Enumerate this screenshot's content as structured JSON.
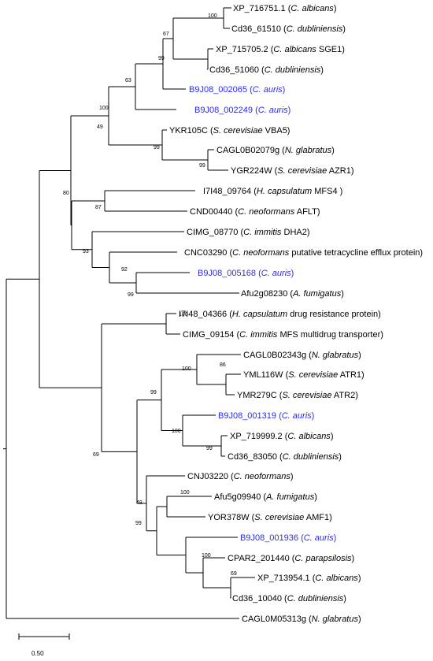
{
  "colors": {
    "default": "#000000",
    "highlight": "#2a2af0"
  },
  "leaves": [
    {
      "id": "XP_716751",
      "name": "XP_716751.1 (",
      "species": "C. albicans",
      "suffix": ")",
      "hl": false
    },
    {
      "id": "Cd36_61510",
      "name": "Cd36_61510 (",
      "species": "C. dubliniensis",
      "suffix": ")",
      "hl": false
    },
    {
      "id": "XP_715705",
      "name": "XP_715705.2 (",
      "species": "C. albicans",
      "suffix": " SGE1)",
      "hl": false
    },
    {
      "id": "Cd36_51060",
      "name": "Cd36_51060 (",
      "species": "C. dubliniensis",
      "suffix": ")",
      "hl": false
    },
    {
      "id": "B9J08_002065",
      "name": "B9J08_002065 (",
      "species": "C. auris",
      "suffix": ")",
      "hl": true
    },
    {
      "id": "B9J08_002249",
      "name": "B9J08_002249 (",
      "species": "C. auris",
      "suffix": ")",
      "hl": true
    },
    {
      "id": "YKR105C",
      "name": "YKR105C (",
      "species": "S. cerevisiae",
      "suffix": " VBA5)",
      "hl": false
    },
    {
      "id": "CAGL0B02079g",
      "name": "CAGL0B02079g (",
      "species": "N. glabratus",
      "suffix": ")",
      "hl": false
    },
    {
      "id": "YGR224W",
      "name": "YGR224W (",
      "species": "S. cerevisiae",
      "suffix": " AZR1)",
      "hl": false
    },
    {
      "id": "I7I48_09764",
      "name": "I7I48_09764 (",
      "species": "H. capsulatum",
      "suffix": " MFS4 )",
      "hl": false
    },
    {
      "id": "CND00440",
      "name": "CND00440 (",
      "species": "C. neoformans",
      "suffix": " AFLT)",
      "hl": false
    },
    {
      "id": "CIMG_08770",
      "name": "CIMG_08770 (",
      "species": "C. immitis",
      "suffix": " DHA2)",
      "hl": false
    },
    {
      "id": "CNC03290",
      "name": "CNC03290 (",
      "species": "C. neoformans",
      "suffix": " putative tetracycline efflux protein)",
      "hl": false
    },
    {
      "id": "B9J08_005168",
      "name": "B9J08_005168 (",
      "species": "C. auris",
      "suffix": ")",
      "hl": true
    },
    {
      "id": "Afu2g08230",
      "name": "Afu2g08230 (",
      "species": "A. fumigatus",
      "suffix": ")",
      "hl": false
    },
    {
      "id": "I7I48_04366",
      "name": "I7I48_04366 (",
      "species": "H. capsulatum",
      "suffix": " drug resistance protein)",
      "hl": false
    },
    {
      "id": "CIMG_09154",
      "name": "CIMG_09154 (",
      "species": "C. immitis",
      "suffix": " MFS multidrug transporter)",
      "hl": false
    },
    {
      "id": "CAGL0B02343g",
      "name": "CAGL0B02343g (",
      "species": "N. glabratus",
      "suffix": ")",
      "hl": false
    },
    {
      "id": "YML116W",
      "name": "YML116W (",
      "species": "S. cerevisiae",
      "suffix": " ATR1)",
      "hl": false
    },
    {
      "id": "YMR279C",
      "name": "YMR279C (",
      "species": "S. cerevisiae",
      "suffix": " ATR2)",
      "hl": false
    },
    {
      "id": "B9J08_001319",
      "name": "B9J08_001319 (",
      "species": "C. auris",
      "suffix": ")",
      "hl": true
    },
    {
      "id": "XP_719999",
      "name": "XP_719999.2 (",
      "species": "C. albicans",
      "suffix": ")",
      "hl": false
    },
    {
      "id": "Cd36_83050",
      "name": "Cd36_83050 (",
      "species": "C. dubliniensis",
      "suffix": ")",
      "hl": false
    },
    {
      "id": "CNJ03220",
      "name": "CNJ03220 (",
      "species": "C. neoformans",
      "suffix": ")",
      "hl": false
    },
    {
      "id": "Afu5g09940",
      "name": "Afu5g09940 (",
      "species": "A. fumigatus",
      "suffix": ")",
      "hl": false
    },
    {
      "id": "YOR378W",
      "name": "YOR378W (",
      "species": "S. cerevisiae",
      "suffix": " AMF1)",
      "hl": false
    },
    {
      "id": "B9J08_001936",
      "name": "B9J08_001936 (",
      "species": "C. auris",
      "suffix": ")",
      "hl": true
    },
    {
      "id": "CPAR2_201440",
      "name": "CPAR2_201440 (",
      "species": "C. parapsilosis",
      "suffix": ")",
      "hl": false
    },
    {
      "id": "XP_713954",
      "name": "XP_713954.1 (",
      "species": "C. albicans",
      "suffix": ")",
      "hl": false
    },
    {
      "id": "Cd36_10040",
      "name": "Cd36_10040 (",
      "species": "C. dubliniensis",
      "suffix": ")",
      "hl": false
    },
    {
      "id": "CAGL0M05313g",
      "name": "CAGL0M05313g (",
      "species": "N. glabratus",
      "suffix": ")",
      "hl": false
    }
  ],
  "bootstrap": [
    "100",
    "67",
    "99",
    "63",
    "99",
    "49",
    "100",
    "99",
    "80",
    "87",
    "93",
    "92",
    "99",
    "100",
    "86",
    "100",
    "99",
    "100",
    "99",
    "69",
    "48",
    "100",
    "99",
    "100",
    "69"
  ],
  "scale": {
    "label": "0.50"
  }
}
